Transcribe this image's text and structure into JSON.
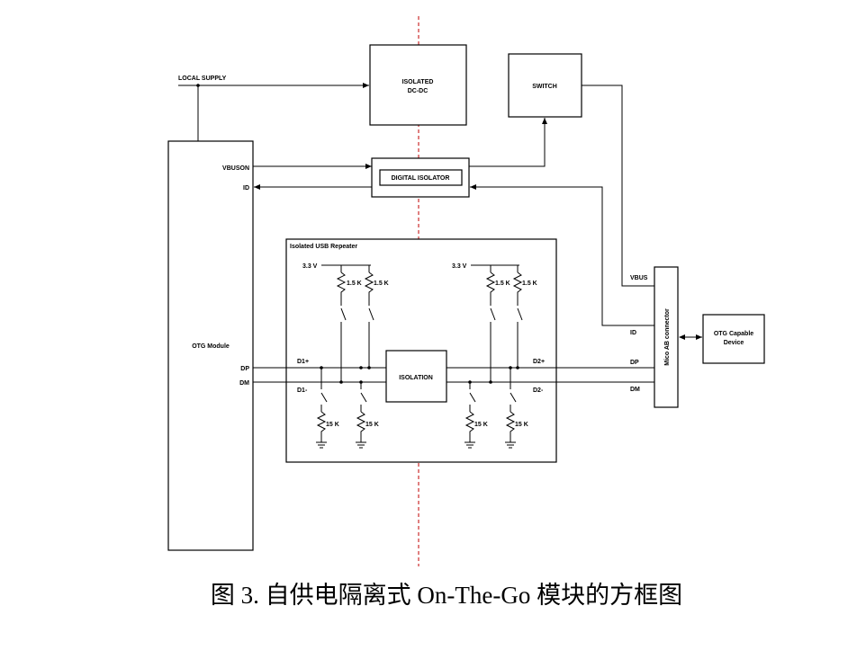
{
  "labels": {
    "local_supply": "LOCAL SUPPLY",
    "isolated_dcdc_1": "ISOLATED",
    "isolated_dcdc_2": "DC-DC",
    "switch": "SWITCH",
    "vbuson": "VBUSON",
    "id_left": "ID",
    "digital_isolator": "DIGITAL ISOLATOR",
    "repeater_title": "Isolated USB Repeater",
    "v33_left": "3.3 V",
    "v33_right": "3.3 V",
    "r15k_1": "1.5 K",
    "r15k_2": "1.5 K",
    "r15k_3": "1.5 K",
    "r15k_4": "1.5 K",
    "r15_1": "15 K",
    "r15_2": "15 K",
    "r15_3": "15 K",
    "r15_4": "15 K",
    "otg_module": "OTG Module",
    "dp_left": "DP",
    "dm_left": "DM",
    "d1plus": "D1+",
    "d1minus": "D1-",
    "d2plus": "D2+",
    "d2minus": "D2-",
    "isolation": "ISOLATION",
    "vbus": "VBUS",
    "id_right": "ID",
    "dp_right": "DP",
    "dm_right": "DM",
    "micro_ab": "Mico AB connector",
    "otg_device_1": "OTG Capable",
    "otg_device_2": "Device"
  },
  "caption": "图 3. 自供电隔离式 On-The-Go 模块的方框图"
}
